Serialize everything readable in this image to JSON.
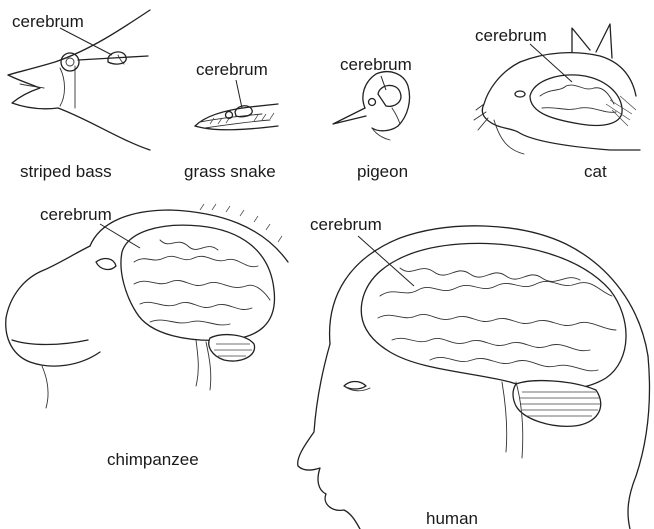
{
  "labels": {
    "cerebrum": "cerebrum"
  },
  "animals": [
    {
      "id": "striped-bass",
      "name": "striped bass"
    },
    {
      "id": "grass-snake",
      "name": "grass snake"
    },
    {
      "id": "pigeon",
      "name": "pigeon"
    },
    {
      "id": "cat",
      "name": "cat"
    },
    {
      "id": "chimpanzee",
      "name": "chimpanzee"
    },
    {
      "id": "human",
      "name": "human"
    }
  ]
}
